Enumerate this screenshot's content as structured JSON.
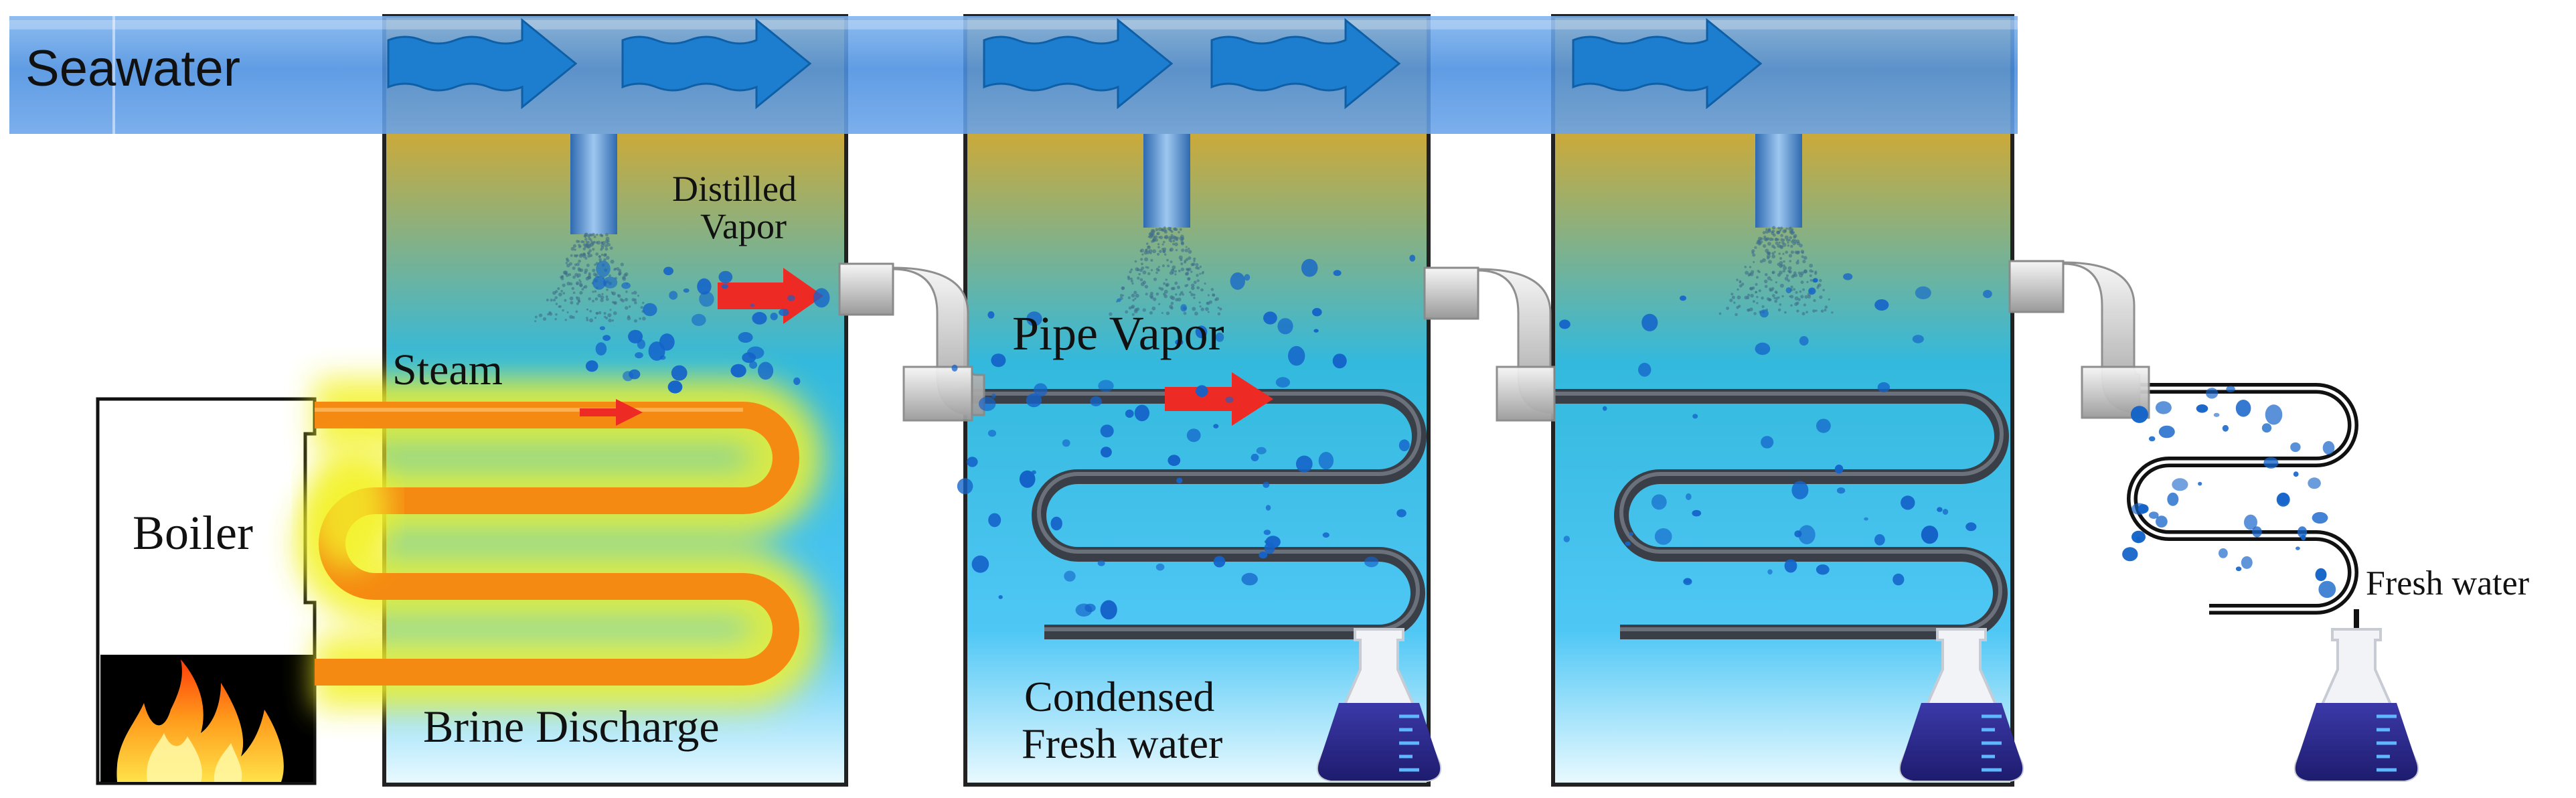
{
  "labels": {
    "seawater": "Seawater",
    "distilled_vapor_line1": "Distilled",
    "distilled_vapor_line2": "Vapor",
    "steam": "Steam",
    "boiler": "Boiler",
    "pipe_vapor": "Pipe Vapor",
    "brine_discharge": "Brine Discharge",
    "condensed_line1": "Condensed",
    "condensed_line2": "Fresh water",
    "fresh_water": "Fresh water"
  },
  "colors": {
    "seawater_pipe": "#4a8fe0",
    "wave_arrow": "#1d7ecf",
    "tank_top": "#e2a21a",
    "tank_bottom": "#16b7f2",
    "steam_coil": "#f58a12",
    "steam_glow": "#f3f22a",
    "flow_arrow": "#ee2a24",
    "coil_pipe": "#3a3f47",
    "flask_liquid": "#2d2a8c",
    "droplet": "#1463c9"
  },
  "icons": {
    "fire": "fire-icon",
    "flask": "flask-icon",
    "droplet": "droplet-icon",
    "elbow_pipe": "elbow-pipe-icon",
    "sprayer": "spray-nozzle-icon"
  }
}
